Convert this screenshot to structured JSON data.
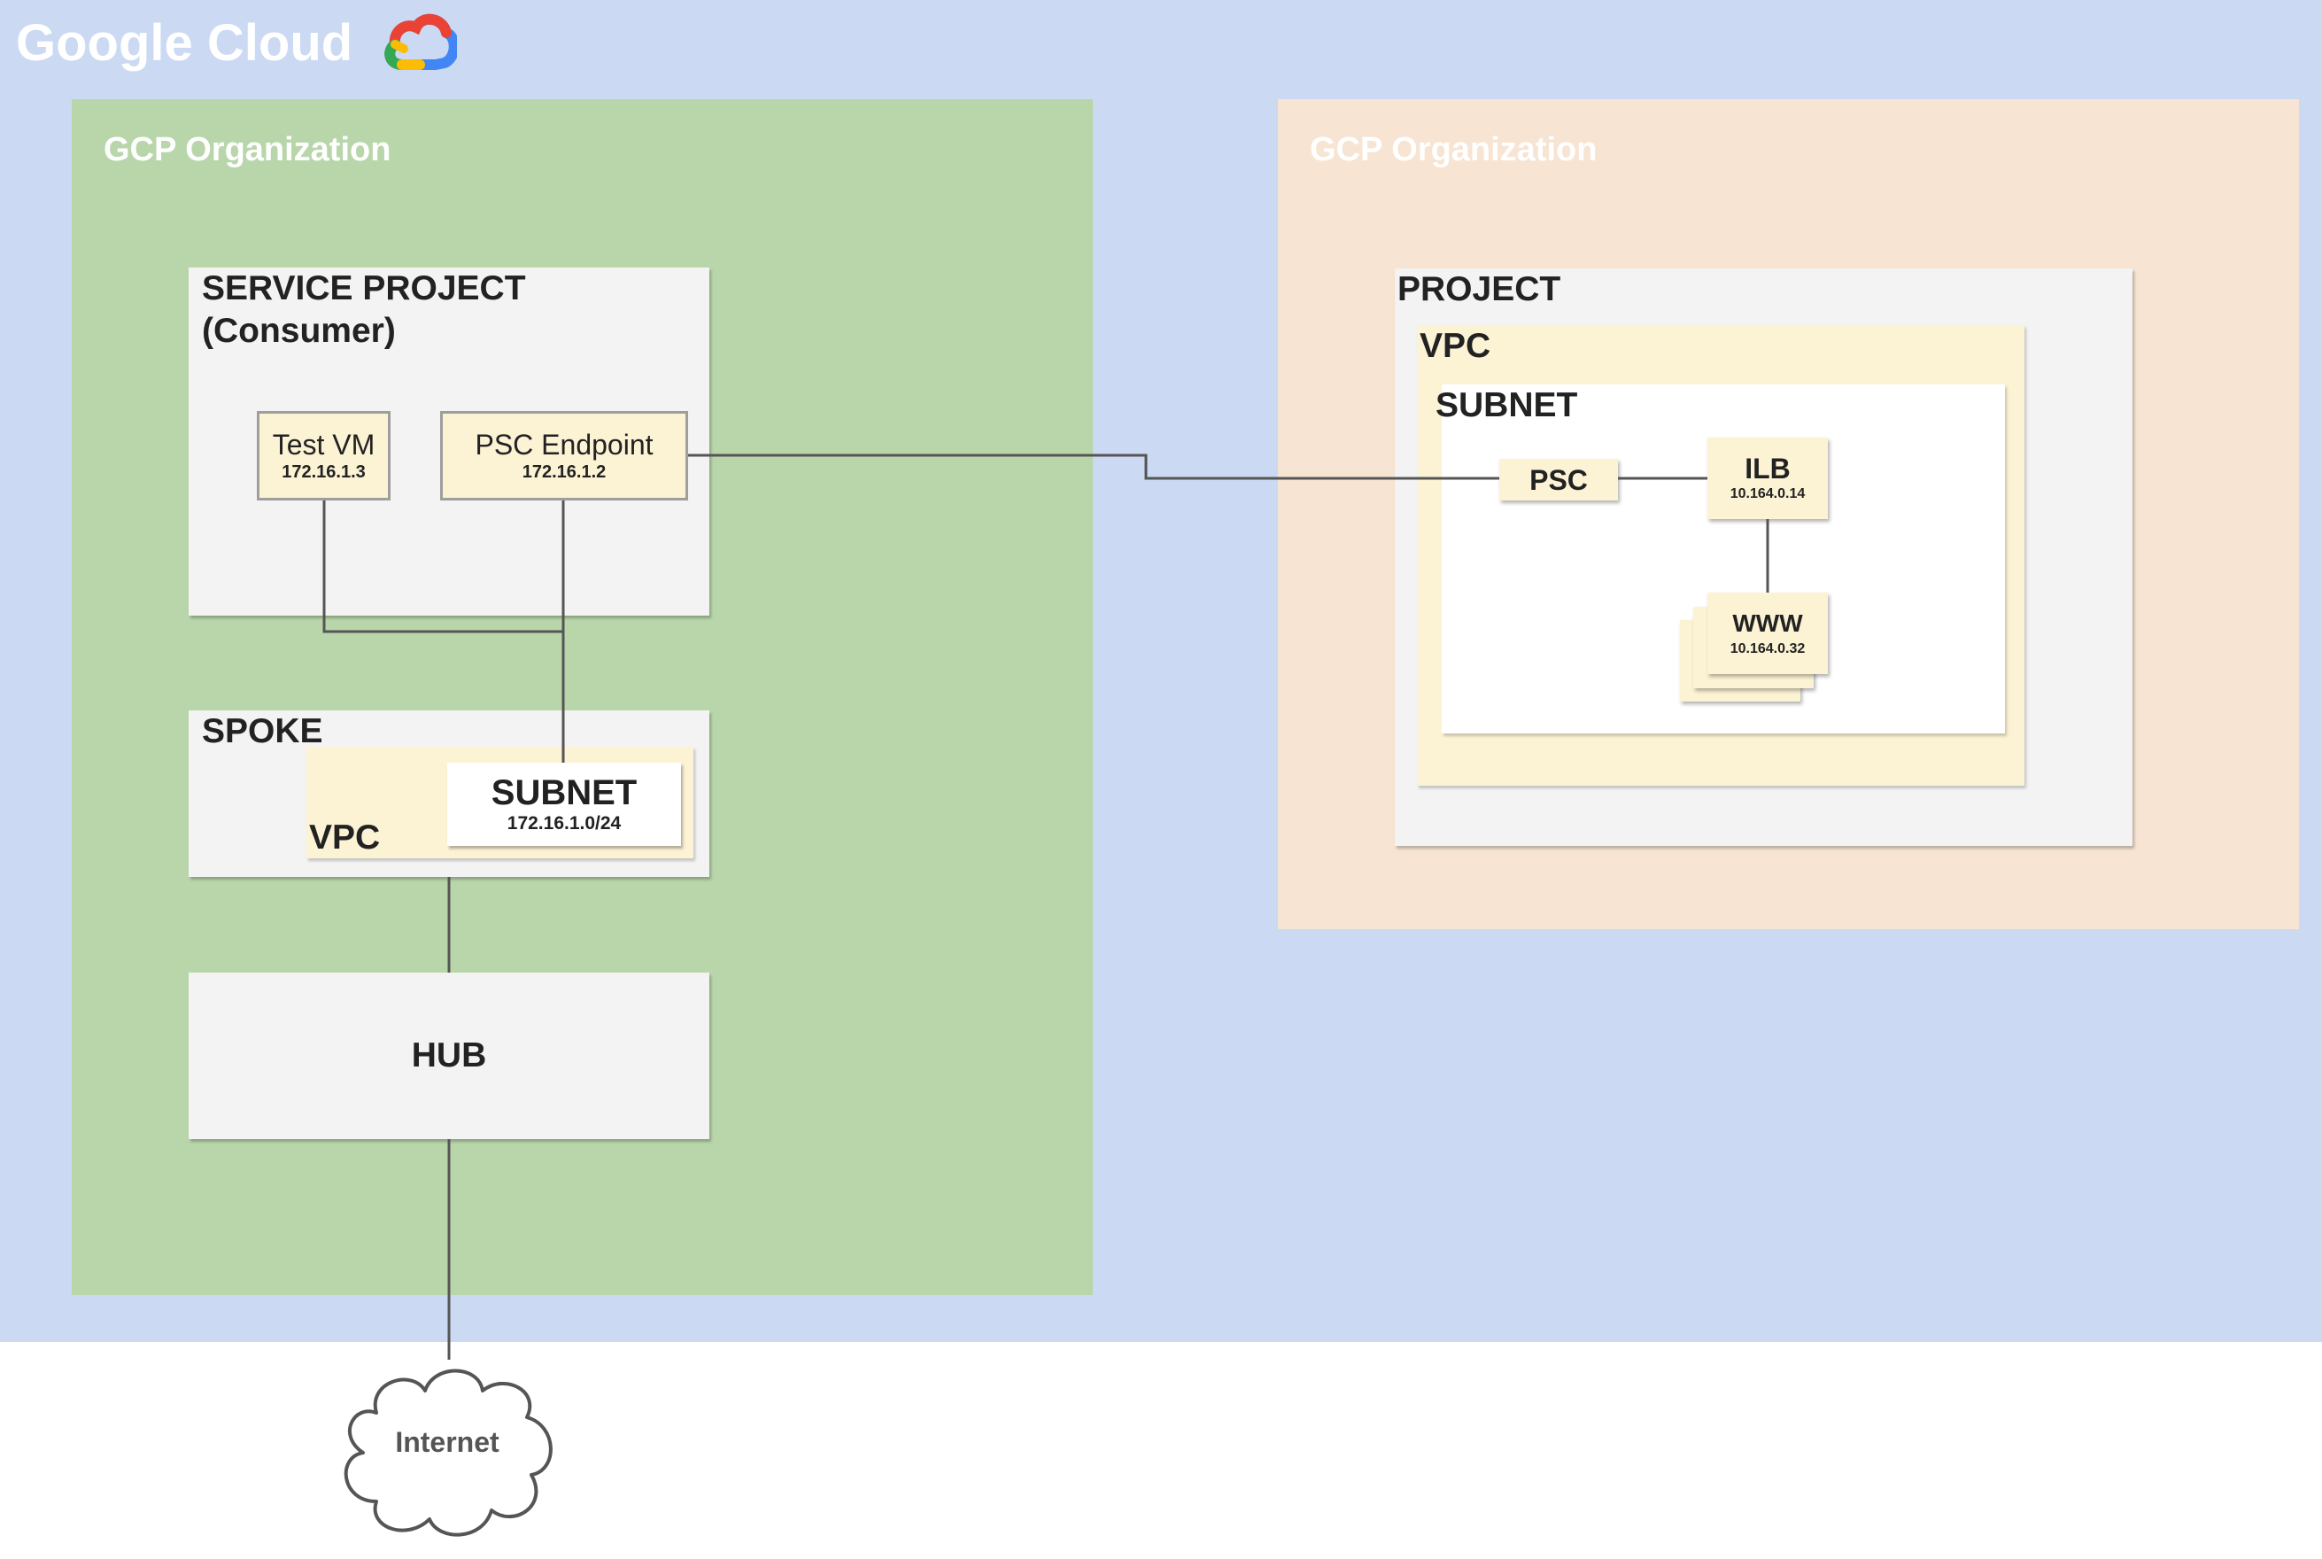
{
  "brand": {
    "name": "Google Cloud",
    "icon": "google-cloud-logo"
  },
  "left_org": {
    "title": "GCP Organization",
    "service_project": {
      "title": "SERVICE PROJECT (Consumer)",
      "test_vm": {
        "label": "Test VM",
        "ip": "172.16.1.3"
      },
      "psc_endpoint": {
        "label": "PSC Endpoint",
        "ip": "172.16.1.2"
      }
    },
    "spoke": {
      "title": "SPOKE",
      "vpc_label": "VPC",
      "subnet": {
        "label": "SUBNET",
        "cidr": "172.16.1.0/24"
      }
    },
    "hub": {
      "title": "HUB"
    }
  },
  "right_org": {
    "title": "GCP Organization",
    "project": {
      "title": "PROJECT",
      "vpc_label": "VPC",
      "subnet_label": "SUBNET",
      "psc": {
        "label": "PSC"
      },
      "ilb": {
        "label": "ILB",
        "ip": "10.164.0.14"
      },
      "www": {
        "label": "WWW",
        "ip": "10.164.0.32"
      }
    }
  },
  "internet": {
    "label": "Internet",
    "icon": "cloud-icon"
  },
  "colors": {
    "background": "#cbd9f3",
    "left_org": "#b9d6aa",
    "right_org": "#f7e4d2",
    "container": "#f3f3f3",
    "vpc": "#fcf3d5",
    "node": "#fcf3d5",
    "connector": "#555555"
  }
}
